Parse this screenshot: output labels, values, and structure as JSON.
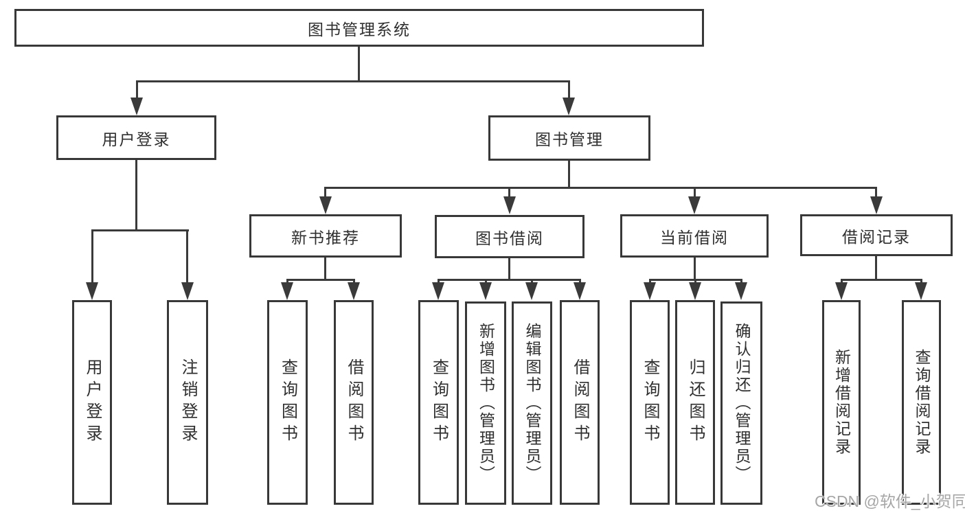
{
  "diagram_title": "图书管理系统",
  "tree": {
    "label": "图书管理系统",
    "children": [
      {
        "label": "用户登录",
        "children": [
          {
            "label": "用户登录"
          },
          {
            "label": "注销登录"
          }
        ]
      },
      {
        "label": "图书管理",
        "children": [
          {
            "label": "新书推荐",
            "children": [
              {
                "label": "查询图书"
              },
              {
                "label": "借阅图书"
              }
            ]
          },
          {
            "label": "图书借阅",
            "children": [
              {
                "label": "查询图书"
              },
              {
                "label": "新增图书（管理员）"
              },
              {
                "label": "编辑图书（管理员）"
              },
              {
                "label": "借阅图书"
              }
            ]
          },
          {
            "label": "当前借阅",
            "children": [
              {
                "label": "查询图书"
              },
              {
                "label": "归还图书"
              },
              {
                "label": "确认归还（管理员）"
              }
            ]
          },
          {
            "label": "借阅记录",
            "children": [
              {
                "label": "新增借阅记录"
              },
              {
                "label": "查询借阅记录"
              }
            ]
          }
        ]
      }
    ]
  },
  "watermark": "CSDN @软件_小贺同学",
  "colors": {
    "line": "#3a3a3a",
    "box_border": "#383838",
    "text": "#2f2f2f",
    "watermark_text": "#a6a6a6",
    "background": "#ffffff"
  }
}
